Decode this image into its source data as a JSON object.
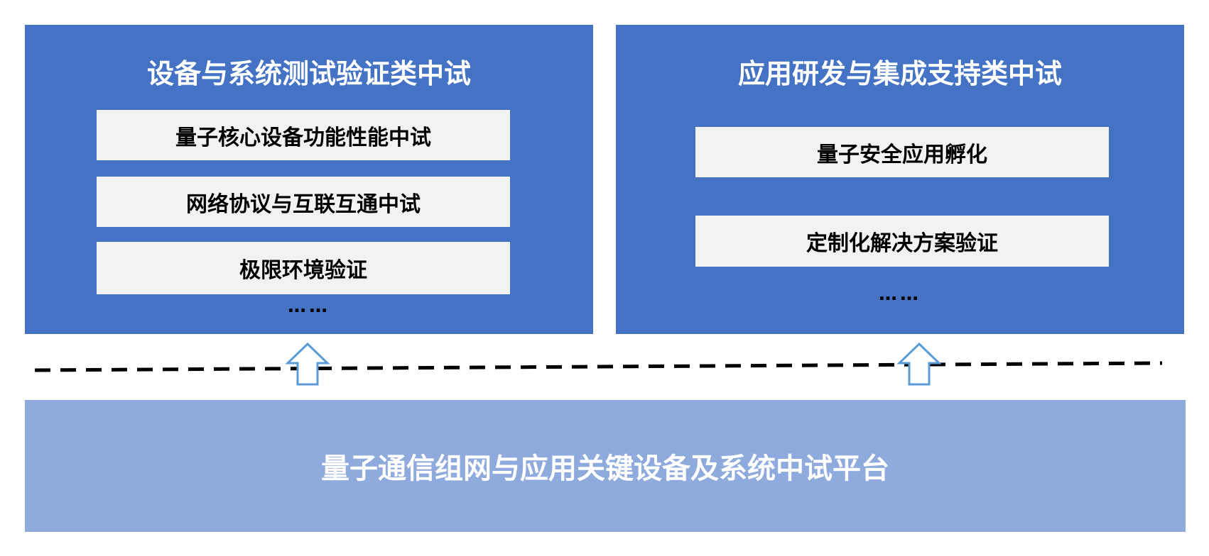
{
  "left_panel": {
    "title": "设备与系统测试验证类中试",
    "items": [
      "量子核心设备功能性能中试",
      "网络协议与互联互通中试",
      "极限环境验证"
    ],
    "ellipsis": "……"
  },
  "right_panel": {
    "title": "应用研发与集成支持类中试",
    "items": [
      "量子安全应用孵化",
      "定制化解决方案验证"
    ],
    "ellipsis": "……"
  },
  "platform": {
    "label": "量子通信组网与应用关键设备及系统中试平台"
  },
  "colors": {
    "panel": "#4472c4",
    "platform": "#8faadc",
    "item": "#f2f2f2",
    "arrow": "#5b9bd5"
  }
}
